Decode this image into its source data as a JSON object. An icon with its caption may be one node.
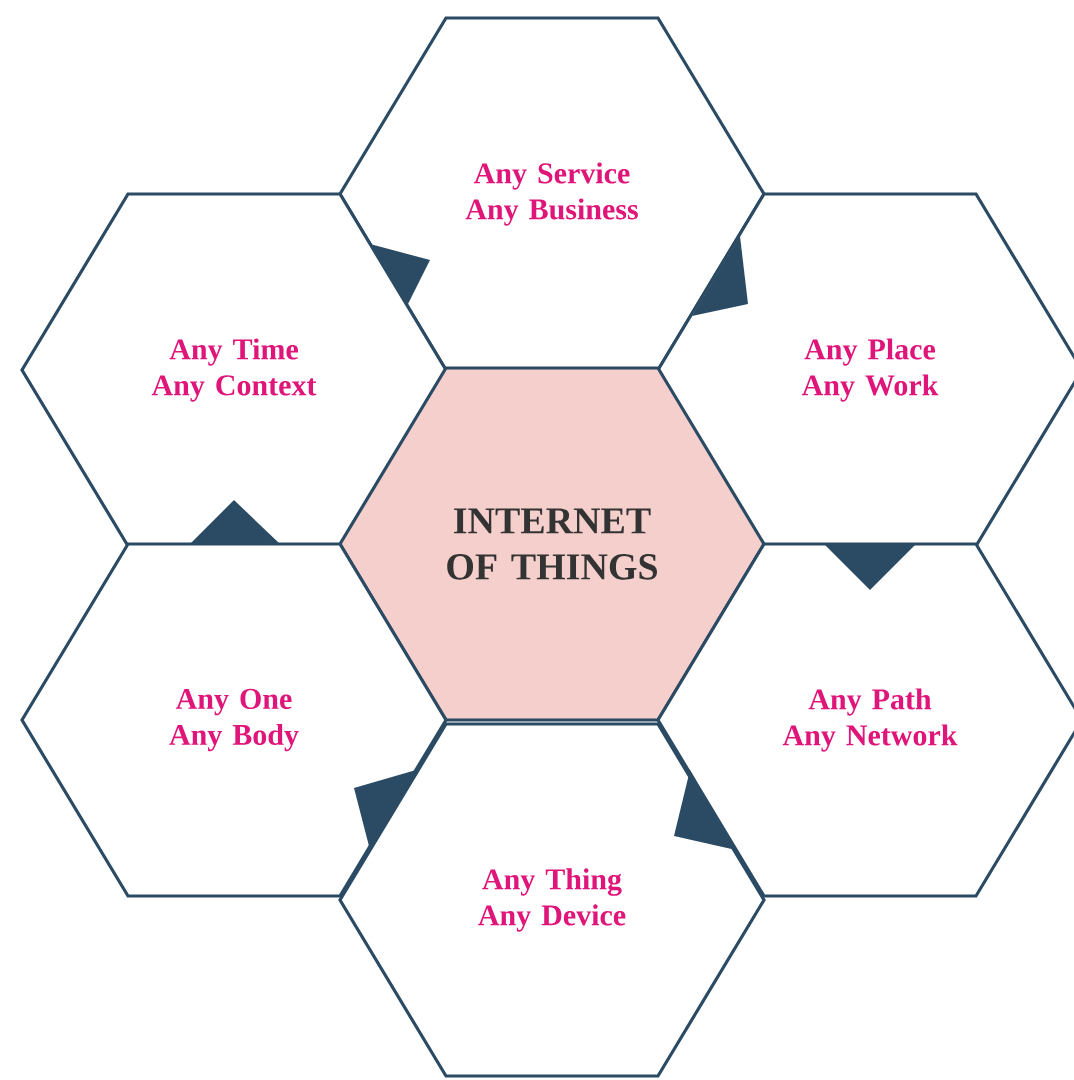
{
  "diagram": {
    "nodes": [
      {
        "text": [
          "Any Service Any Business"
        ]
      },
      {
        "text": [
          "Any Time Any Context"
        ]
      },
      {
        "text": [
          "Any Place Any Work"
        ]
      },
      {
        "text": [
          "INTERNET OF THINGS"
        ]
      },
      {
        "text": [
          "Any One Any Body"
        ]
      },
      {
        "text": [
          "Any Path Any Network"
        ]
      },
      {
        "text": [
          "Any Thing Any Device"
        ]
      }
    ]
  }
}
